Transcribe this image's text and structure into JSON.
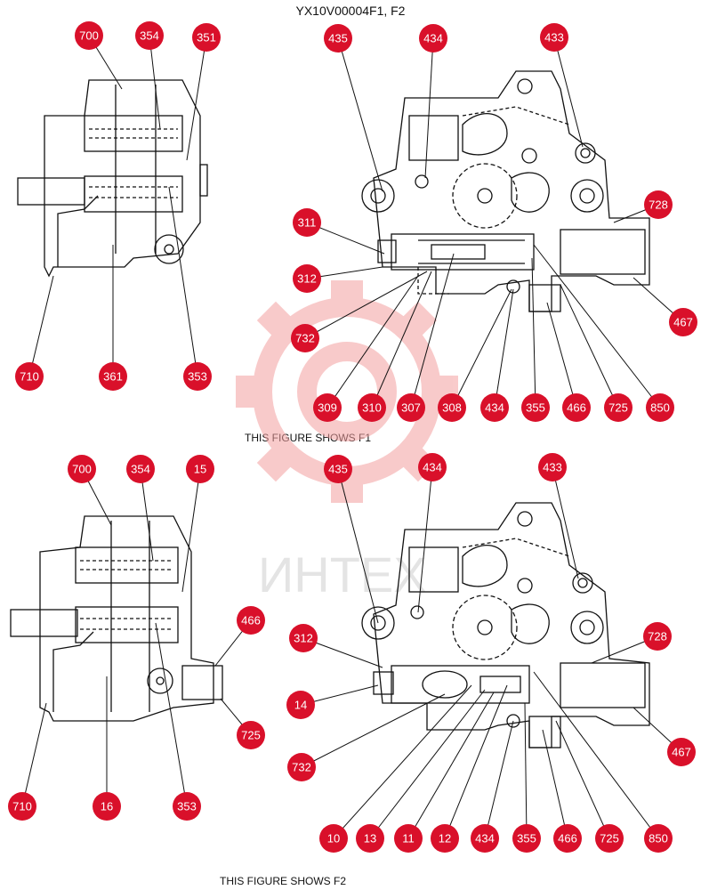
{
  "title": "YX10V00004F1, F2",
  "captions": [
    "THIS FIGURE SHOWS  F1",
    "THIS FIGURE SHOWS  F2"
  ],
  "watermark": "ИНТЕХ",
  "colors": {
    "callout": "#d9102a",
    "ink": "#111111",
    "watermark": "#f4a0a0"
  },
  "callouts": [
    {
      "id": "700"
    },
    {
      "id": "354"
    },
    {
      "id": "351"
    },
    {
      "id": "710"
    },
    {
      "id": "361"
    },
    {
      "id": "353"
    },
    {
      "id": "435"
    },
    {
      "id": "434"
    },
    {
      "id": "433"
    },
    {
      "id": "311"
    },
    {
      "id": "312"
    },
    {
      "id": "732"
    },
    {
      "id": "728"
    },
    {
      "id": "467"
    },
    {
      "id": "309"
    },
    {
      "id": "310"
    },
    {
      "id": "307"
    },
    {
      "id": "308"
    },
    {
      "id": "434"
    },
    {
      "id": "355"
    },
    {
      "id": "466"
    },
    {
      "id": "725"
    },
    {
      "id": "850"
    },
    {
      "id": "700"
    },
    {
      "id": "354"
    },
    {
      "id": "15"
    },
    {
      "id": "466"
    },
    {
      "id": "725"
    },
    {
      "id": "710"
    },
    {
      "id": "16"
    },
    {
      "id": "353"
    },
    {
      "id": "435"
    },
    {
      "id": "434"
    },
    {
      "id": "433"
    },
    {
      "id": "312"
    },
    {
      "id": "14"
    },
    {
      "id": "732"
    },
    {
      "id": "728"
    },
    {
      "id": "467"
    },
    {
      "id": "10"
    },
    {
      "id": "13"
    },
    {
      "id": "11"
    },
    {
      "id": "12"
    },
    {
      "id": "434"
    },
    {
      "id": "355"
    },
    {
      "id": "466"
    },
    {
      "id": "725"
    },
    {
      "id": "850"
    }
  ]
}
